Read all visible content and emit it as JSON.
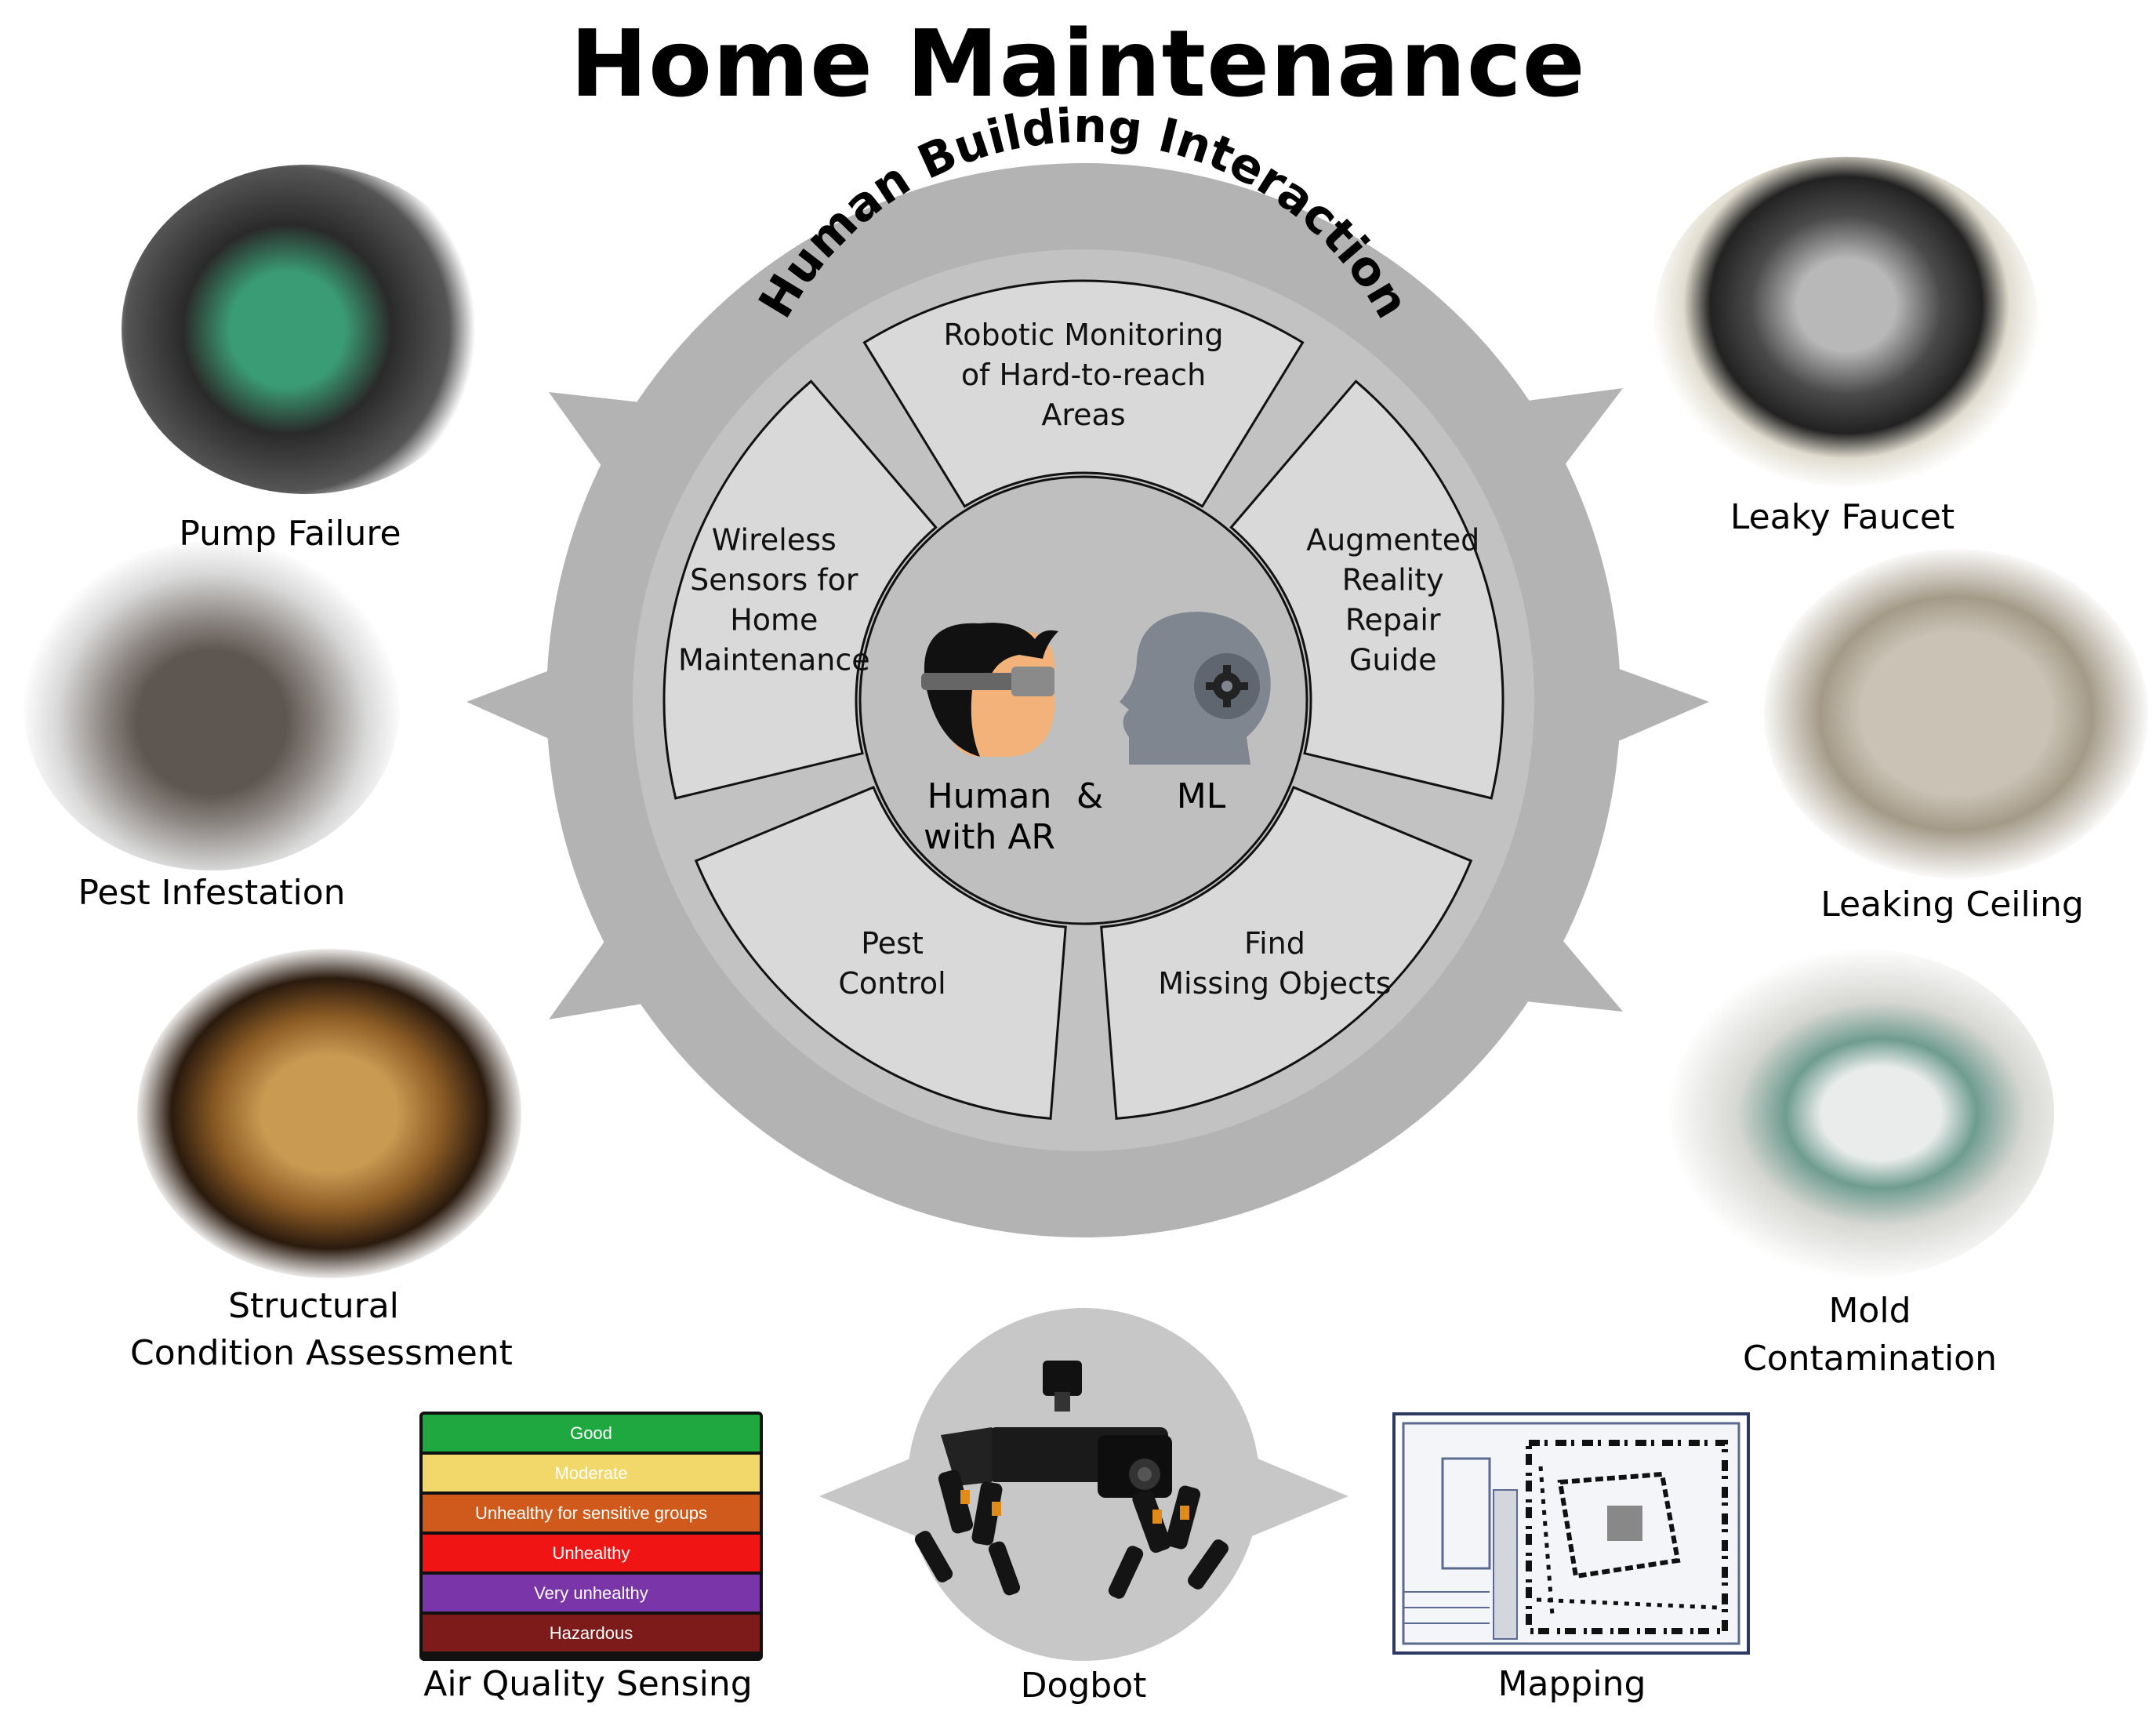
{
  "title": "Home Maintenance",
  "wheel": {
    "ring_label": "Human Building Interaction",
    "segments": [
      {
        "lines": [
          "Robotic Monitoring",
          "of Hard-to-reach",
          "Areas"
        ]
      },
      {
        "lines": [
          "Augmented",
          "Reality",
          "Repair",
          "Guide"
        ]
      },
      {
        "lines": [
          "Find",
          "Missing Objects"
        ]
      },
      {
        "lines": [
          "Pest",
          "Control"
        ]
      },
      {
        "lines": [
          "Wireless",
          "Sensors for",
          "Home",
          "Maintenance"
        ]
      }
    ],
    "center": {
      "human_line1": "Human",
      "human_line2": "with AR",
      "ampersand": "&",
      "ml": "ML"
    }
  },
  "problems_left": [
    {
      "label": "Pump Failure"
    },
    {
      "label": "Pest Infestation"
    },
    {
      "label_line1": "Structural",
      "label_line2": "Condition Assessment"
    }
  ],
  "problems_right": [
    {
      "label": "Leaky Faucet"
    },
    {
      "label": "Leaking Ceiling"
    },
    {
      "label_line1": "Mold",
      "label_line2": "Contamination"
    }
  ],
  "bottom": {
    "air_quality": {
      "label": "Air Quality Sensing",
      "levels": [
        {
          "name": "Good",
          "color": "#1fa840"
        },
        {
          "name": "Moderate",
          "color": "#f2d86a"
        },
        {
          "name": "Unhealthy for sensitive groups",
          "color": "#cf5a1c"
        },
        {
          "name": "Unhealthy",
          "color": "#f01414"
        },
        {
          "name": "Very unhealthy",
          "color": "#7a35a8"
        },
        {
          "name": "Hazardous",
          "color": "#7d1a1a"
        }
      ]
    },
    "dogbot": {
      "label": "Dogbot"
    },
    "mapping": {
      "label": "Mapping"
    }
  },
  "colors": {
    "ring": "#b3b3b3",
    "wedge": "#d9d9d9",
    "wedge_border": "#111111",
    "hub": "#bfbfbf",
    "skin": "#f2b27a",
    "hair": "#111111",
    "ml_head": "#7f8690"
  }
}
